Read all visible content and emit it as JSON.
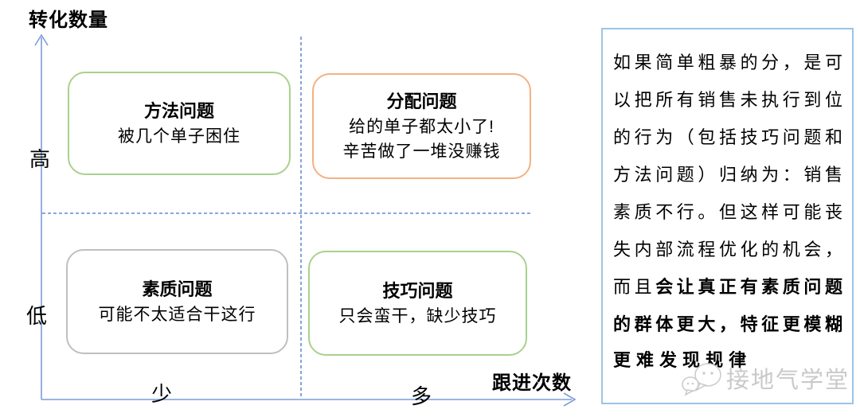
{
  "diagram": {
    "y_axis_label": "转化数量",
    "x_axis_label": "跟进次数",
    "y_ticks": [
      "高",
      "低"
    ],
    "x_ticks": [
      "少",
      "多"
    ],
    "axis_color": "#7C9CD9",
    "divider_color": "#4472C4",
    "quadrants": [
      {
        "position": "top-left",
        "title": "方法问题",
        "lines": [
          "被几个单子困住"
        ],
        "border_color": "#A9D18E"
      },
      {
        "position": "top-right",
        "title": "分配问题",
        "lines": [
          "给的单子都太小了!",
          "辛苦做了一堆没赚钱"
        ],
        "border_color": "#F4B183"
      },
      {
        "position": "bottom-left",
        "title": "素质问题",
        "lines": [
          "可能不太适合干这行"
        ],
        "border_color": "#BFBFBF"
      },
      {
        "position": "bottom-right",
        "title": "技巧问题",
        "lines": [
          "只会蛮干，缺少技巧"
        ],
        "border_color": "#A9D18E"
      }
    ]
  },
  "panel": {
    "border_color": "#9DC3E6",
    "lines": [
      {
        "segments": [
          {
            "text": "如果简单粗暴的分，是可",
            "bold": false
          }
        ]
      },
      {
        "segments": [
          {
            "text": "以把所有销售未执行到位",
            "bold": false
          }
        ]
      },
      {
        "segments": [
          {
            "text": "的行为（包括技巧问题和",
            "bold": false
          }
        ]
      },
      {
        "segments": [
          {
            "text": "方法问题）归纳为：销售",
            "bold": false
          }
        ]
      },
      {
        "segments": [
          {
            "text": "素质不行。但这样可能丧",
            "bold": false
          }
        ]
      },
      {
        "segments": [
          {
            "text": "失内部流程优化的机会，",
            "bold": false
          }
        ]
      },
      {
        "segments": [
          {
            "text": "而且",
            "bold": false
          },
          {
            "text": "会让真正有素质问题",
            "bold": true
          }
        ]
      },
      {
        "segments": [
          {
            "text": "的群体更大，特征更模糊",
            "bold": true
          }
        ]
      },
      {
        "segments": [
          {
            "text": "更难发现规律",
            "bold": true
          }
        ],
        "last": true
      }
    ]
  },
  "watermark": {
    "text": "接地气学堂",
    "color": "#c9c9c9",
    "icon": "chat-bubbles-icon"
  }
}
